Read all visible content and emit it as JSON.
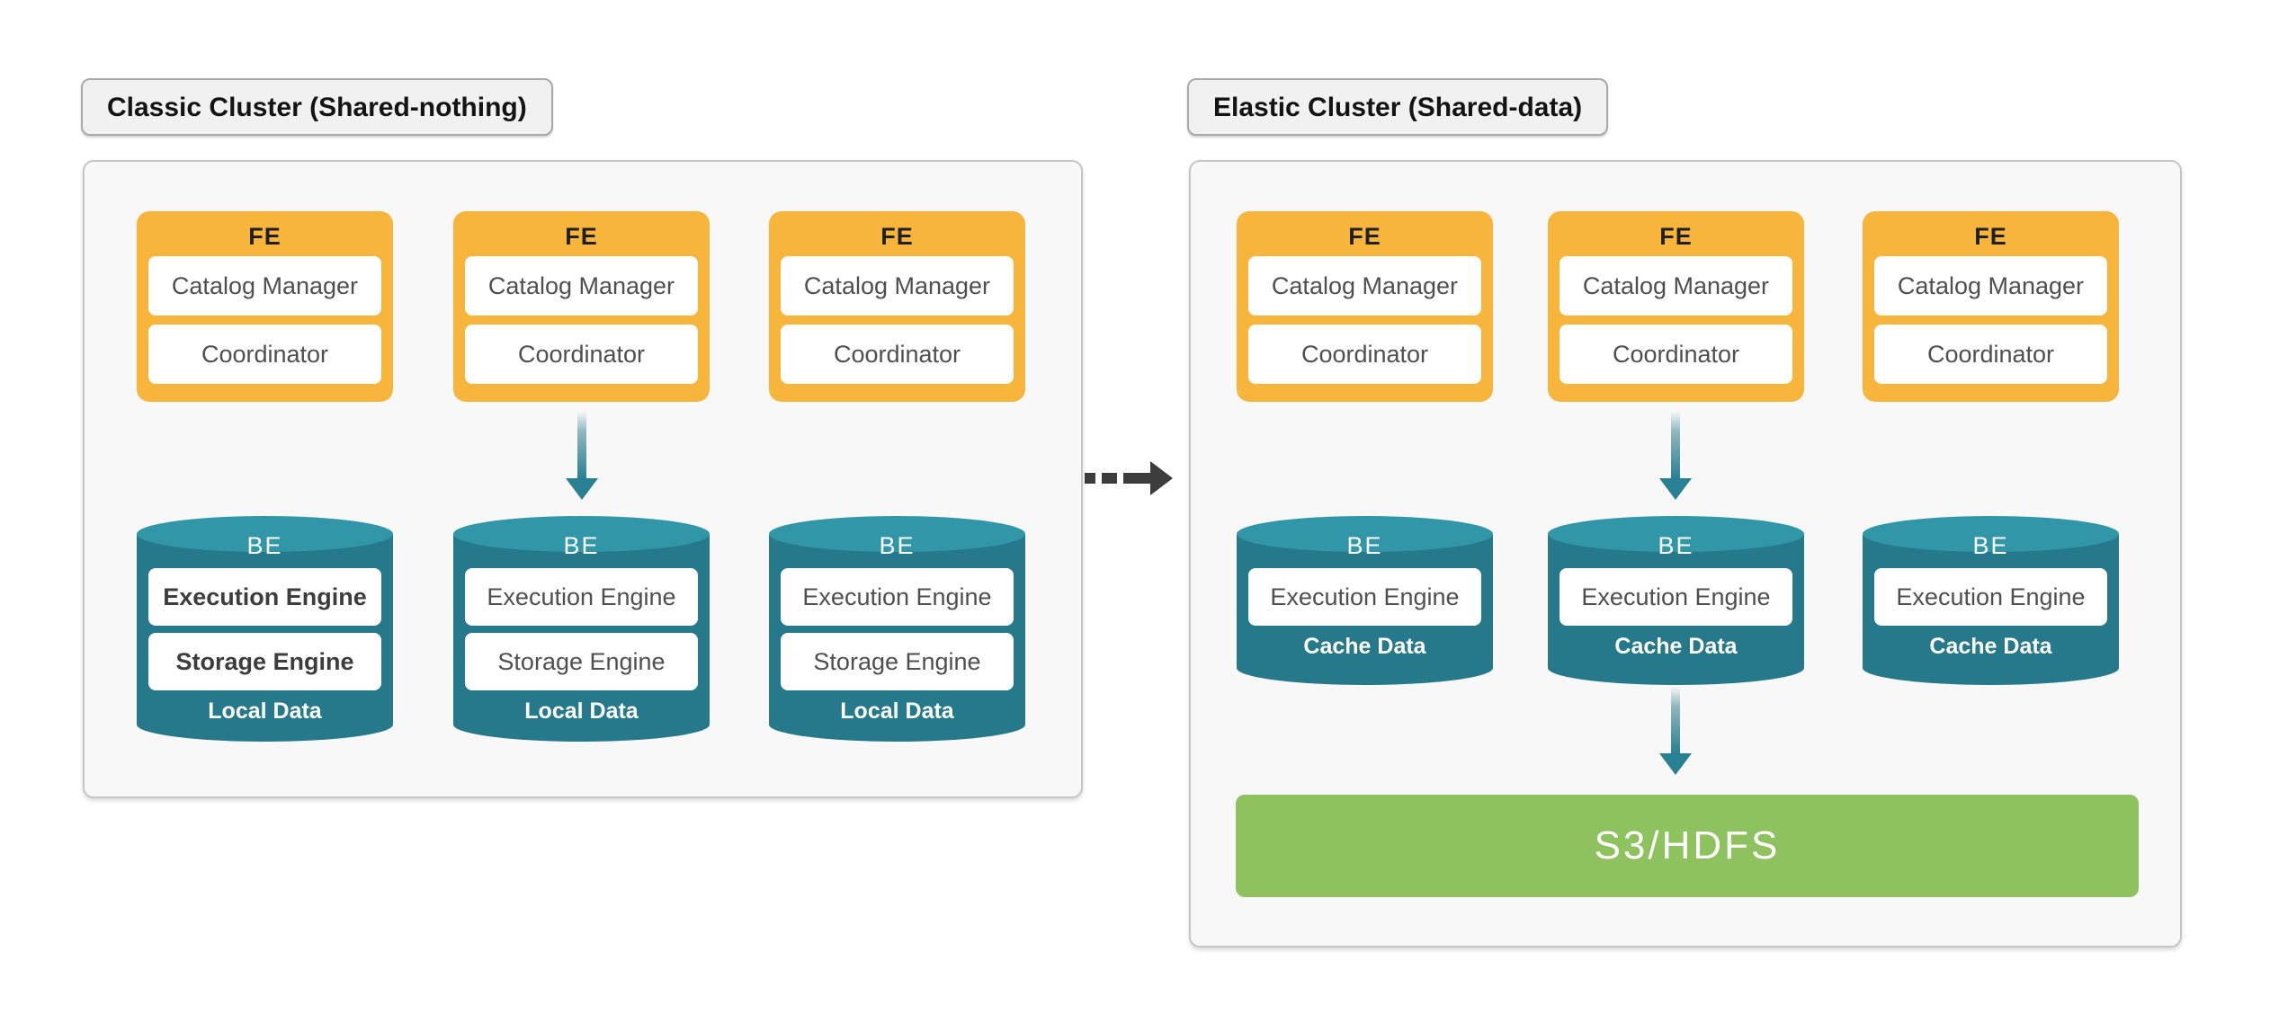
{
  "diagram": {
    "colors": {
      "fe_fill": "#f8b53c",
      "be_body": "#26798b",
      "be_top": "#3196a7",
      "storage_green": "#8ec25e",
      "panel_bg": "#f8f8f8",
      "arrow_teal": "#2a8093",
      "transition_arrow": "#3c3c3c"
    },
    "clusters": [
      {
        "title": "Classic Cluster (Shared-nothing)",
        "fe_nodes": [
          {
            "title": "FE",
            "components": [
              "Catalog Manager",
              "Coordinator"
            ]
          },
          {
            "title": "FE",
            "components": [
              "Catalog Manager",
              "Coordinator"
            ]
          },
          {
            "title": "FE",
            "components": [
              "Catalog Manager",
              "Coordinator"
            ]
          }
        ],
        "be_nodes": [
          {
            "title": "BE",
            "components": [
              "Execution Engine",
              "Storage Engine"
            ],
            "data_label": "Local Data"
          },
          {
            "title": "BE",
            "components": [
              "Execution Engine",
              "Storage Engine"
            ],
            "data_label": "Local Data"
          },
          {
            "title": "BE",
            "components": [
              "Execution Engine",
              "Storage Engine"
            ],
            "data_label": "Local Data"
          }
        ]
      },
      {
        "title": "Elastic Cluster (Shared-data)",
        "fe_nodes": [
          {
            "title": "FE",
            "components": [
              "Catalog Manager",
              "Coordinator"
            ]
          },
          {
            "title": "FE",
            "components": [
              "Catalog Manager",
              "Coordinator"
            ]
          },
          {
            "title": "FE",
            "components": [
              "Catalog Manager",
              "Coordinator"
            ]
          }
        ],
        "be_nodes": [
          {
            "title": "BE",
            "components": [
              "Execution Engine"
            ],
            "data_label": "Cache Data"
          },
          {
            "title": "BE",
            "components": [
              "Execution Engine"
            ],
            "data_label": "Cache Data"
          },
          {
            "title": "BE",
            "components": [
              "Execution Engine"
            ],
            "data_label": "Cache Data"
          }
        ],
        "shared_storage": {
          "label": "S3/HDFS"
        }
      }
    ]
  }
}
